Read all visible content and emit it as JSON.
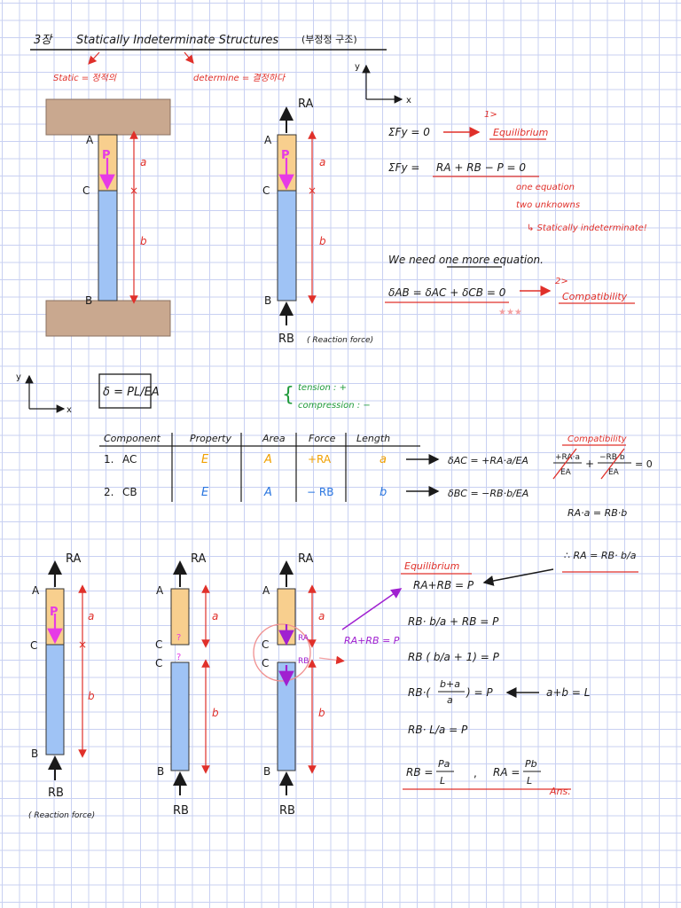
{
  "header": {
    "chapter": "3장",
    "title": "Statically Indeterminate Structures",
    "korean": "(부정정 구조)",
    "static_note": "Static = 정적의",
    "determine_note": "determine = 결정하다"
  },
  "figure1": {
    "A": "A",
    "C": "C",
    "B": "B",
    "P": "P",
    "a": "a",
    "b": "b"
  },
  "figure2": {
    "RA": "RA",
    "RB": "RB",
    "A": "A",
    "C": "C",
    "B": "B",
    "P": "P",
    "a": "a",
    "b": "b",
    "reaction_note": "( Reaction force)"
  },
  "axes_top": {
    "x": "x",
    "y": "y"
  },
  "equilibrium": {
    "eq1": "ΣFy = 0",
    "step_num": "1>",
    "step_label": "Equilibrium",
    "eq2_left": "ΣFy =",
    "eq2_right": "RA + RB − P = 0",
    "note1": "one equation",
    "note2": "two unknowns",
    "note3": "↳ Statically indeterminate!"
  },
  "compat_block": {
    "need": "We need one more equation.",
    "eq": "δAB = δAC + δCB = 0",
    "stars": "★★★",
    "step_num": "2>",
    "step_label": "Compatibility"
  },
  "axes_mid": {
    "x": "x",
    "y": "y"
  },
  "formula": "δ = PL/EA",
  "sign_convention": {
    "tension": "tension : +",
    "compression": "compression : −"
  },
  "table": {
    "headers": [
      "Component",
      "Property",
      "Area",
      "Force",
      "Length"
    ],
    "rows": [
      {
        "num": "1.",
        "component": "AC",
        "property": "E",
        "area": "A",
        "force": "+RA",
        "length": "a",
        "result": "δAC = +RA·a/EA"
      },
      {
        "num": "2.",
        "component": "CB",
        "property": "E",
        "area": "A",
        "force": "− RB",
        "length": "b",
        "result": "δBC = −RB·b/EA"
      }
    ]
  },
  "compatibility_side": {
    "title": "Compatibility",
    "num1": "+RA·a",
    "den1": "EA",
    "plus": "+",
    "num2": "−RB·b",
    "den2": "EA",
    "eq0": "= 0",
    "line2": "RA·a = RB·b",
    "line3": "∴ RA = RB· b/a"
  },
  "bottom_fig1": {
    "RA": "RA",
    "RB": "RB",
    "A": "A",
    "C": "C",
    "B": "B",
    "P": "P",
    "a": "a",
    "b": "b",
    "reaction_note": "( Reaction force)"
  },
  "bottom_fig2": {
    "RA": "RA",
    "RB": "RB",
    "A": "A",
    "C1": "C",
    "C2": "C",
    "B": "B",
    "q": "?",
    "a": "a",
    "b": "b"
  },
  "bottom_fig3": {
    "RA": "RA",
    "RB": "RB",
    "A": "A",
    "C1": "C",
    "C2": "C",
    "B": "B",
    "ra": "RA",
    "rb": "RB",
    "a": "a",
    "b": "b",
    "sum": "RA+RB = P"
  },
  "solution": {
    "title": "Equilibrium",
    "l1": "RA+RB = P",
    "l2": "RB· b/a + RB = P",
    "l3": "RB ( b/a + 1) = P",
    "l4a": "RB·(",
    "l4num": "b+a",
    "l4den": "a",
    "l4b": ") = P",
    "l4note": "a+b = L",
    "l5": "RB· L/a = P",
    "l6a": "RB =",
    "l6num1": "Pa",
    "l6den1": "L",
    "l6comma": ",",
    "l6b": "RA =",
    "l6num2": "Pb",
    "l6den2": "L",
    "ans": "Ans."
  },
  "colors": {
    "red": "#e0302a",
    "blue_bar": "#9fc3f5",
    "orange_bar": "#f8cf8e",
    "wall": "#c9a88f",
    "magenta": "#e63ae6",
    "purple": "#a020d0",
    "green": "#1f9a3a"
  }
}
